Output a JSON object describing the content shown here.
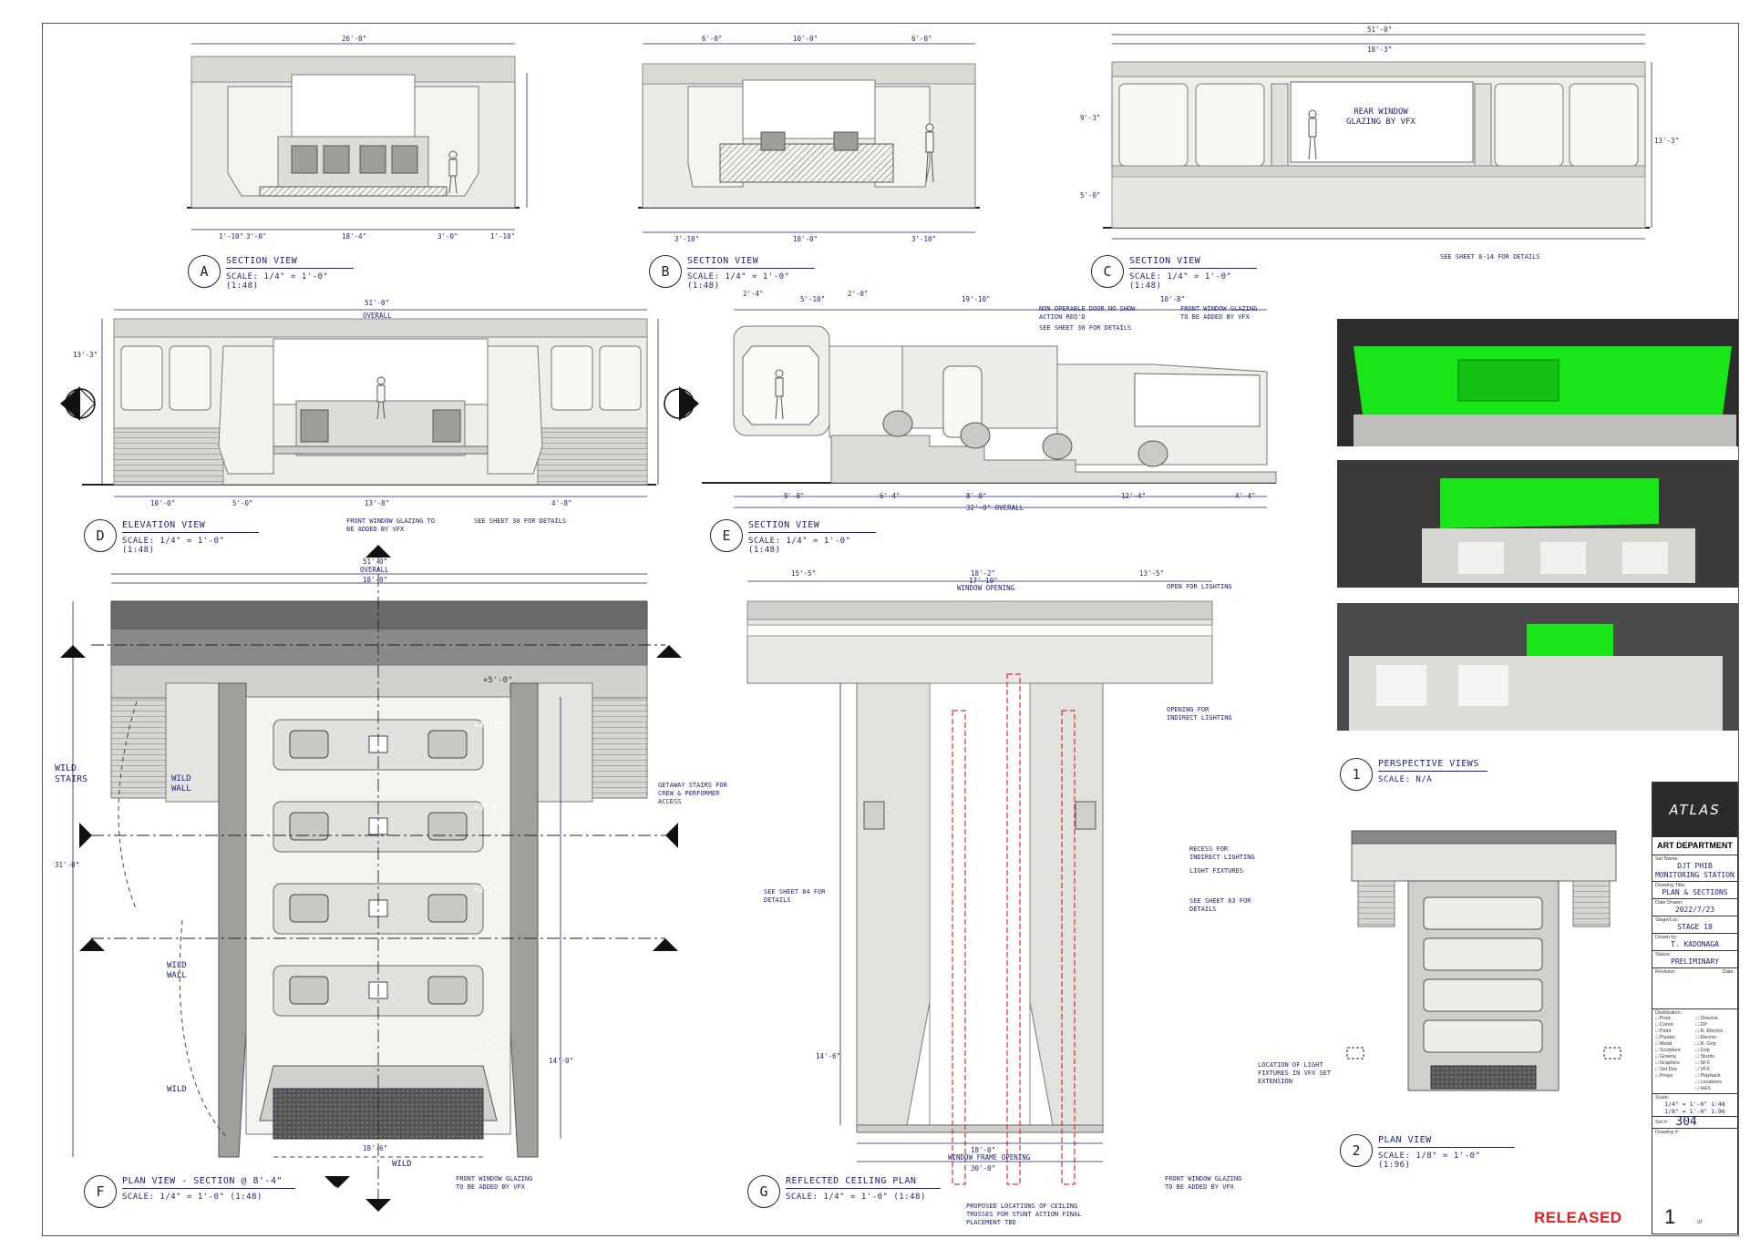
{
  "views": {
    "a": {
      "letter": "A",
      "title": "SECTION VIEW",
      "scale": "SCALE: 1/4\" = 1'-0\" (1:48)"
    },
    "b": {
      "letter": "B",
      "title": "SECTION VIEW",
      "scale": "SCALE: 1/4\" = 1'-0\" (1:48)"
    },
    "c": {
      "letter": "C",
      "title": "SECTION VIEW",
      "scale": "SCALE: 1/4\" = 1'-0\" (1:48)"
    },
    "d": {
      "letter": "D",
      "title": "ELEVATION VIEW",
      "scale": "SCALE: 1/4\" = 1'-0\" (1:48)"
    },
    "e": {
      "letter": "E",
      "title": "SECTION VIEW",
      "scale": "SCALE: 1/4\" = 1'-0\" (1:48)"
    },
    "f": {
      "letter": "F",
      "title": "PLAN VIEW - SECTION @ 8'-4\"",
      "scale": "SCALE: 1/4\" = 1'-0\" (1:48)"
    },
    "g": {
      "letter": "G",
      "title": "REFLECTED CEILING PLAN",
      "scale": "SCALE: 1/4\" = 1'-0\" (1:48)"
    },
    "p1": {
      "letter": "1",
      "title": "PERSPECTIVE VIEWS",
      "scale": "SCALE: N/A"
    },
    "p2": {
      "letter": "2",
      "title": "PLAN VIEW",
      "scale": "SCALE: 1/8\" = 1'-0\" (1:96)"
    }
  },
  "dimensions": {
    "a_top": "26'-0\"",
    "a_b1": "1'-10\"",
    "a_b2": "3'-0\"",
    "a_b3": "18'-4\"",
    "a_b4": "3'-0\"",
    "a_b5": "1'-10\"",
    "b_t1": "6'-0\"",
    "b_t2": "10'-0\"",
    "b_t3": "6'-0\"",
    "b_b1": "3'-10\"",
    "b_b2": "18'-0\"",
    "b_b3": "3'-10\"",
    "c_top": "51'-0\"",
    "c_mid": "18'-3\"",
    "c_right": "13'-3\"",
    "c_h1": "9'-3\"",
    "c_h2": "5'-0\"",
    "d_top": "51'-0\"",
    "d_overall": "OVERALL",
    "d_left": "13'-3\"",
    "d_b1": "10'-0\"",
    "d_b2": "5'-0\"",
    "d_b3": "13'-8\"",
    "d_b4": "4'-8\"",
    "e_t1": "2'-4\"",
    "e_t2": "5'-10\"",
    "e_t3": "2'-0\"",
    "e_t4": "19'-10\"",
    "e_t5": "10'-8\"",
    "e_b1": "9'-8\"",
    "e_b2": "6'-4\"",
    "e_b3": "8'-0\"",
    "e_b4": "12'-4\"",
    "e_b5": "4'-4\"",
    "e_overall": "32'-0\" OVERALL",
    "f_top": "51'-0\"",
    "f_overall": "OVERALL",
    "f_mid": "18'-0\"",
    "f_left": "31'-0\"",
    "f_bottom": "18'-6\"",
    "f_r1": "14'-0\"",
    "g_t1": "15'-5\"",
    "g_t2": "18'-2\"",
    "g_t3": "13'-5\"",
    "g_win": "17'-10\"",
    "g_winlab": "WINDOW OPENING",
    "g_bot": "18'-0\"",
    "g_botlab": "WINDOW FRAME OPENING",
    "g_bot2": "30'-0\"",
    "g_left": "14'-6\""
  },
  "levels": {
    "l1": "+5'-0\"",
    "l2": "+4'-6\"",
    "l3": "+3'-6\"",
    "l4": "+2'-6\"",
    "l5": "+1'-6\""
  },
  "notes": {
    "a_fig": "",
    "c_vfx": "REAR WINDOW GLAZING BY VFX",
    "c_sheet": "SEE SHEET 8-14 FOR DETAILS",
    "d_front": "FRONT WINDOW GLAZING TO BE ADDED BY VFX",
    "d_sheet": "SEE SHEET 30 FOR DETAILS",
    "e_door": "NON OPERABLE DOOR NO SHOW ACTION REQ'D",
    "e_sheet": "SEE SHEET 30 FOR DETAILS",
    "e_front": "FRONT WINDOW GLAZING TO BE ADDED BY VFX",
    "f_stairs": "WILD STAIRS",
    "f_wall1": "WILD WALL",
    "f_wall2": "WILD WALL",
    "f_wild": "WILD",
    "f_wild2": "WILD",
    "f_getaway": "GETAWAY STAIRS FOR CREW & PERFORMER ACCESS",
    "f_front": "FRONT WINDOW GLAZING TO BE ADDED BY VFX",
    "g_open": "OPEN FOR LIGHTING",
    "g_indirect": "OPENING FOR INDIRECT LIGHTING",
    "g_recess": "RECESS FOR INDIRECT LIGHTING",
    "g_fixtures": "LIGHT FIXTURES",
    "g_sheet1": "SEE SHEET 84 FOR DETAILS",
    "g_sheet2": "SEE SHEET 83 FOR DETAILS",
    "g_truss": "PROPOSED LOCATIONS OF CEILING TRUSSES FOR STUNT ACTION FINAL PLACEMENT TBD",
    "g_front": "FRONT WINDOW GLAZING TO BE ADDED BY VFX",
    "p2_light": "LOCATION OF LIGHT FIXTURES IN VFX SET EXTENSION"
  },
  "section_markers": {
    "a": "A",
    "b": "B",
    "c": "C",
    "d": "D",
    "e": "E",
    "g": "G",
    "f": "F"
  },
  "title_block": {
    "logo": "ATLAS",
    "dept": "ART DEPARTMENT",
    "set_name_label": "Set Name:",
    "set_name": "DJT PHIB MONITORING STATION",
    "drawing_title_label": "Drawing Title:",
    "drawing_title": "PLAN & SECTIONS",
    "date_label": "Date Drawn:",
    "date": "2022/7/23",
    "stage_label": "Stage/Loc:",
    "stage": "STAGE 18",
    "drawn_label": "Drawn by:",
    "drawn_by": "T. KADONAGA",
    "status_label": "Status:",
    "status": "PRELIMINARY",
    "revision_label": "Revision:",
    "revision_date_label": "Date:",
    "distribution_label": "Distribution:",
    "distribution": [
      "Prod.",
      "Director",
      "Const.",
      "DP",
      "Paint",
      "R. Electric",
      "Plaster",
      "Electric",
      "Metal",
      "R. Grip",
      "Sculpture",
      "Grip",
      "Greens",
      "Stunts",
      "Graphics",
      "SFX",
      "Set Dec",
      "VFX",
      "Props",
      "Playback",
      "",
      "Locations",
      "",
      "H&S"
    ],
    "scale_label": "Scale:",
    "scale1": "1/4\" = 1'-0\" 1:48",
    "scale2": "1/8\" = 1'-0\" 1:96",
    "set_num_label": "Set #:",
    "set_num": "304",
    "drawing_num_label": "Drawing #:",
    "sheet": "1",
    "of": "of"
  },
  "stamp": "RELEASED",
  "colors": {
    "ink": "#1a1f7a",
    "green_screen": "#19e619",
    "set_light": "#eeeee9",
    "set_mid": "#cfcfcb",
    "set_dark": "#8f8f8c",
    "red_dash": "#e03030"
  }
}
